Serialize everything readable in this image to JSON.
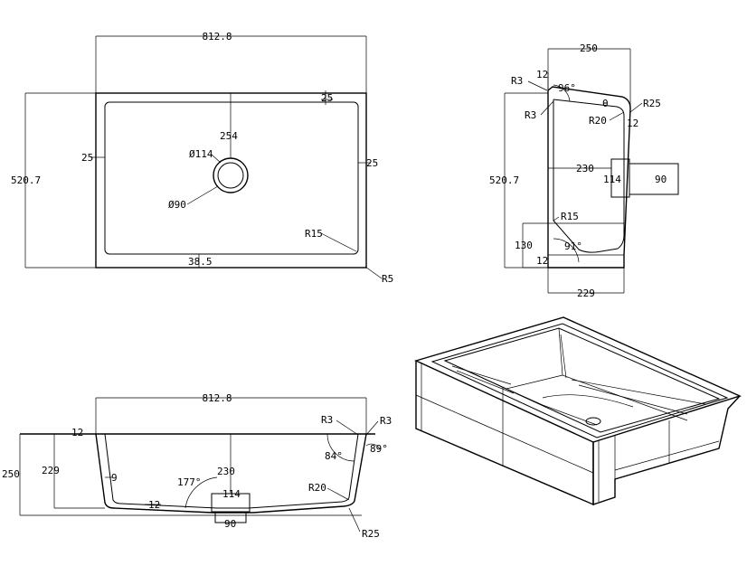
{
  "top_view": {
    "width": "812.8",
    "depth": "520.7",
    "rim_top": "25",
    "rim_left": "25",
    "rim_right": "25",
    "drain_offset": "254",
    "drain_outer": "Ø114",
    "drain_inner": "Ø90",
    "inner_corner_radius": "R15",
    "bottom_dim": "38.5",
    "outer_corner_radius": "R5"
  },
  "side_view": {
    "top_width": "250",
    "rim_thickness": "12",
    "corner_r3_top": "R3",
    "angle_top": "96°",
    "corner_r3_bottom": "R3",
    "theta": "θ",
    "corner_r20": "R20",
    "corner_r25": "R25",
    "wall_thickness": "12",
    "depth": "520.7",
    "drain_depth": "230",
    "drain_outer": "114",
    "drain_width": "90",
    "corner_r15": "R15",
    "front_height": "130",
    "angle_front": "91°",
    "bottom_thickness": "12",
    "base_width": "229"
  },
  "front_view": {
    "width": "812.8",
    "rim_thickness": "12",
    "height": "250",
    "inner_height": "229",
    "wall": "9",
    "drain_depth": "230",
    "angle_floor": "177°",
    "drain_outer": "114",
    "floor_thickness": "12",
    "drain_width": "90",
    "corner_r3_left": "R3",
    "corner_r3_right": "R3",
    "angle_inner": "84°",
    "angle_outer": "89°",
    "corner_r20": "R20",
    "corner_r25": "R25"
  }
}
